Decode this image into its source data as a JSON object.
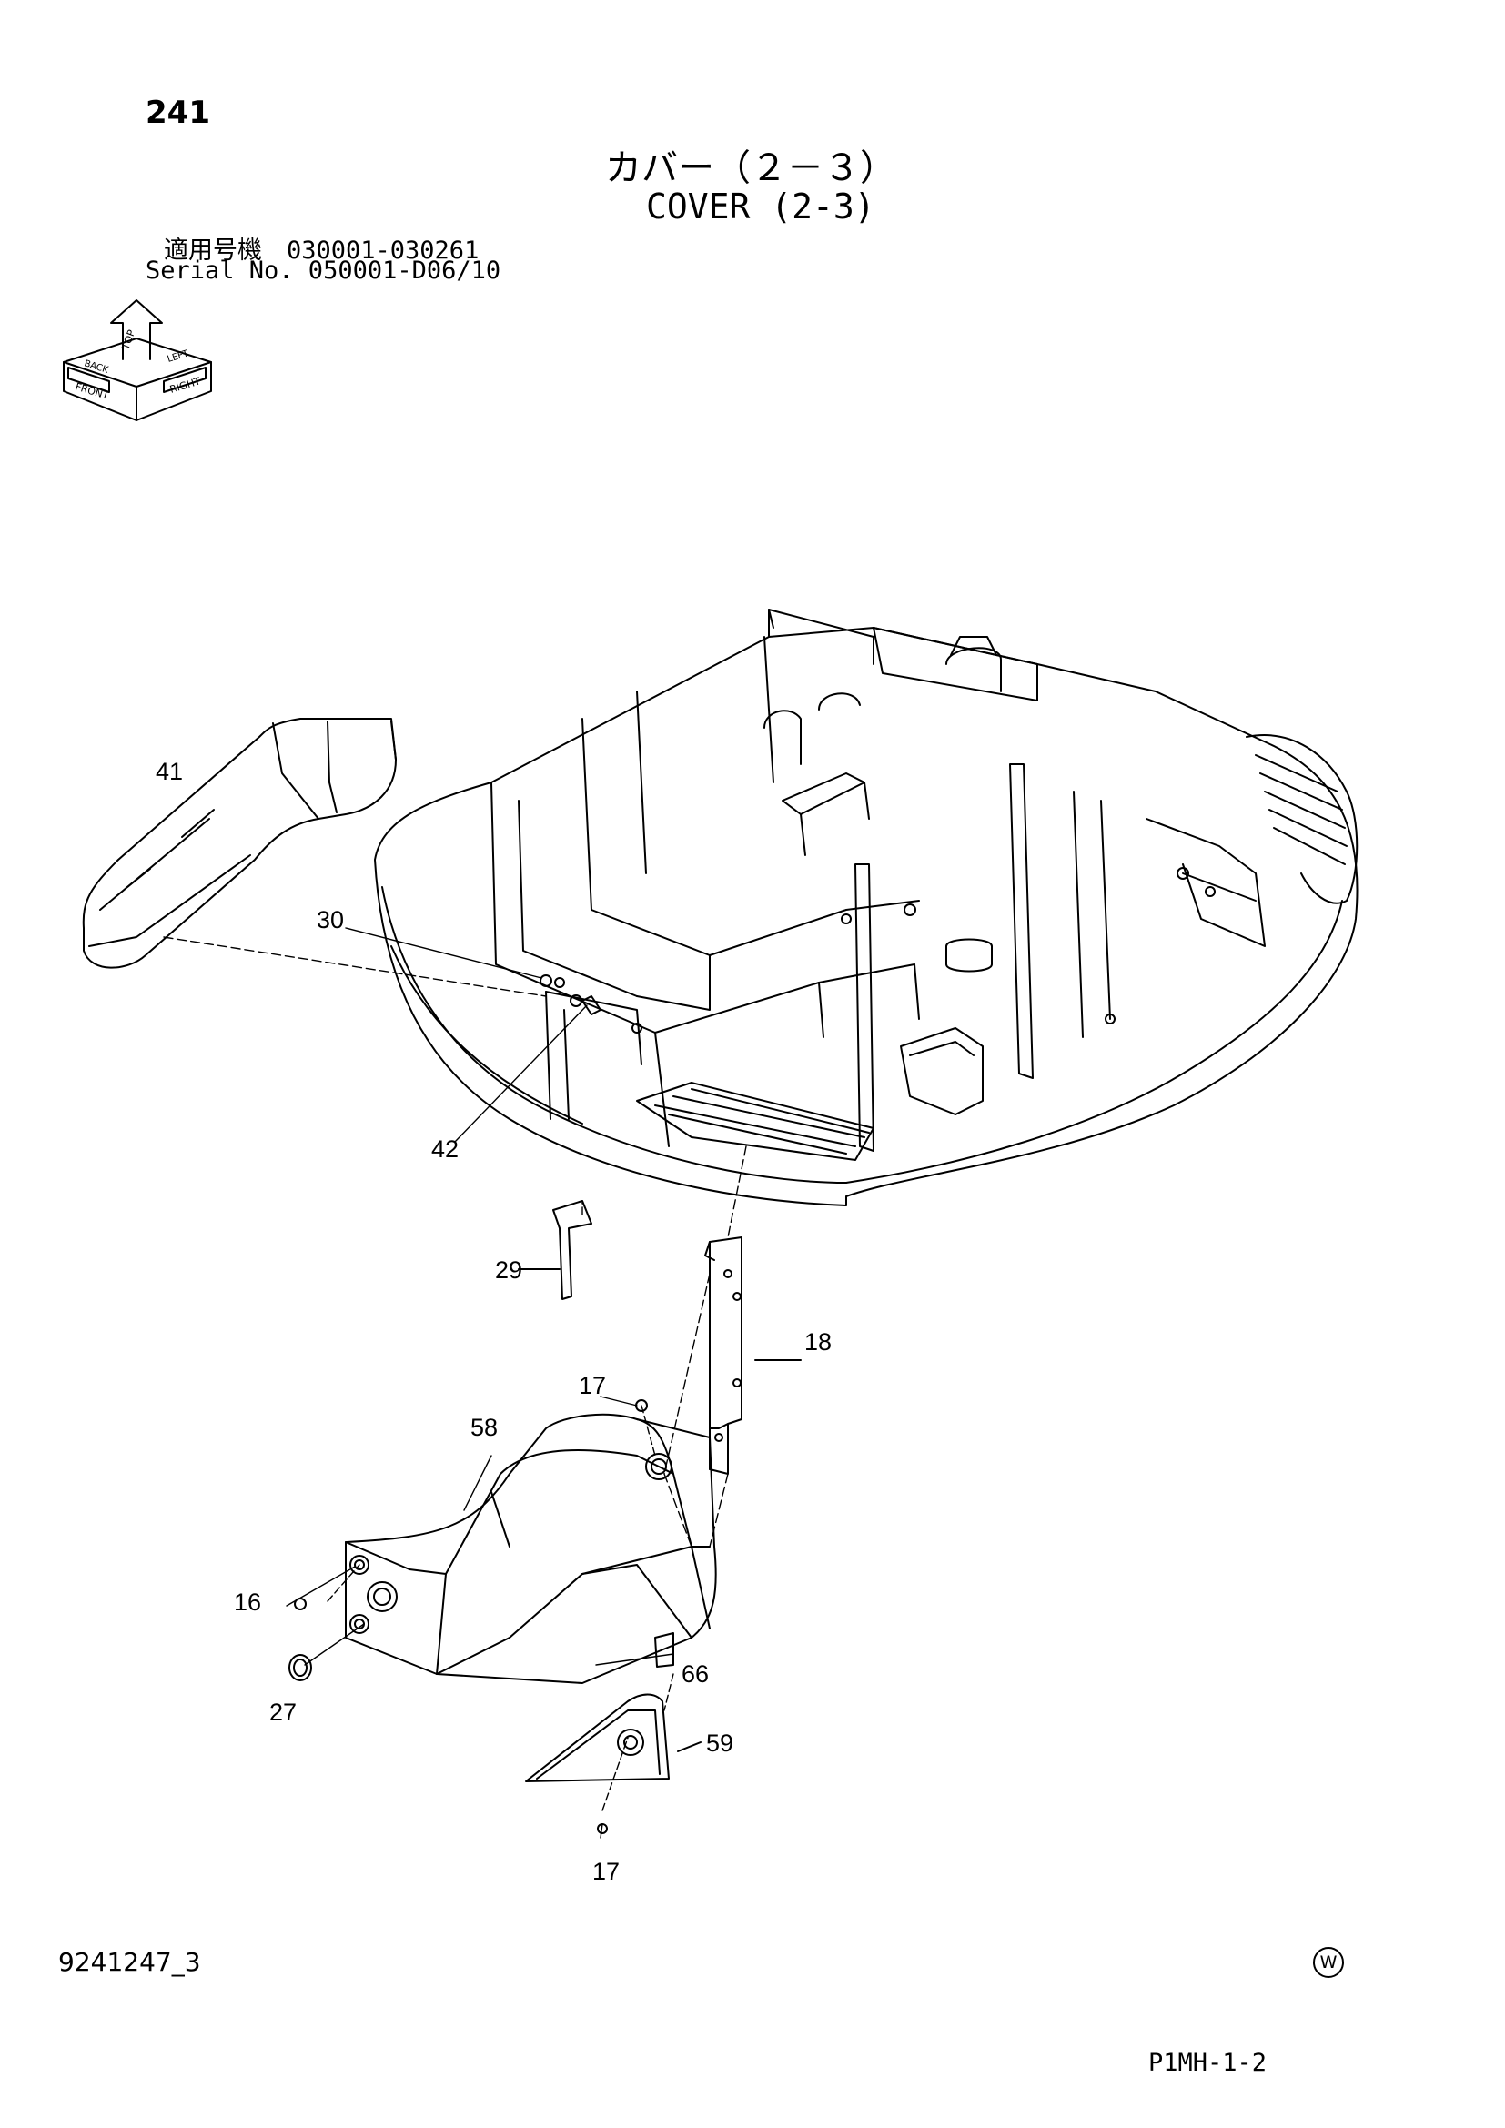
{
  "header": {
    "page_number": "241",
    "title_jp": "カバー（２－３）",
    "title_en": "COVER (2-3)",
    "serial_line1": "適用号機　030001-030261",
    "serial_line2": "Serial No. 050001-D06/10"
  },
  "orientation_icon": {
    "labels": [
      "TOP",
      "FRONT",
      "RIGHT",
      "BACK",
      "LEFT"
    ]
  },
  "callouts": [
    "41",
    "30",
    "42",
    "29",
    "18",
    "17",
    "58",
    "16",
    "27",
    "66",
    "59",
    "17"
  ],
  "footer": {
    "document_number": "9241247_3",
    "watermark": "W",
    "reference": "P1MH-1-2"
  }
}
